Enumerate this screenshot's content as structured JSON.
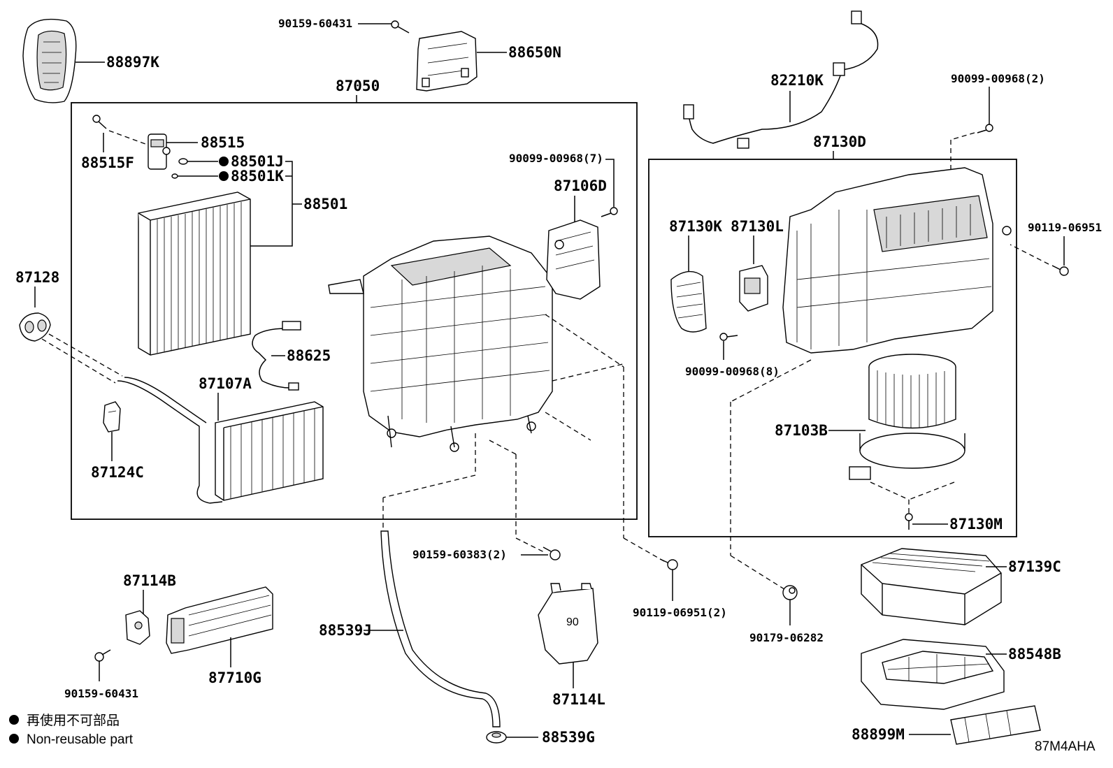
{
  "labels": {
    "l88897K": "88897K",
    "l90159_60431_top": "90159-60431",
    "l88650N": "88650N",
    "l87050": "87050",
    "l88515": "88515",
    "l88515F": "88515F",
    "l88501J": "88501J",
    "l88501K": "88501K",
    "l88501": "88501",
    "l90099_00968_7": "90099-00968(7)",
    "l87106D": "87106D",
    "l87128": "87128",
    "l88625": "88625",
    "l87107A": "87107A",
    "l87124C": "87124C",
    "l82210K": "82210K",
    "l90099_00968_2": "90099-00968(2)",
    "l87130D": "87130D",
    "l87130K": "87130K",
    "l87130L": "87130L",
    "l90119_06951": "90119-06951",
    "l90099_00968_8": "90099-00968(8)",
    "l87103B": "87103B",
    "l87130M": "87130M",
    "l90159_60383_2": "90159-60383(2)",
    "l90119_06951_2": "90119-06951(2)",
    "l87139C": "87139C",
    "l90179_06282": "90179-06282",
    "l87114B": "87114B",
    "l88539J": "88539J",
    "l87114L": "87114L",
    "l88548B": "88548B",
    "l90159_60431_bottom": "90159-60431",
    "l87710G": "87710G",
    "l88539G": "88539G",
    "l88899M": "88899M"
  },
  "legend": {
    "japanese": "再使用不可部品",
    "english": "Non-reusable part"
  },
  "diagram_code": "87M4AHA"
}
